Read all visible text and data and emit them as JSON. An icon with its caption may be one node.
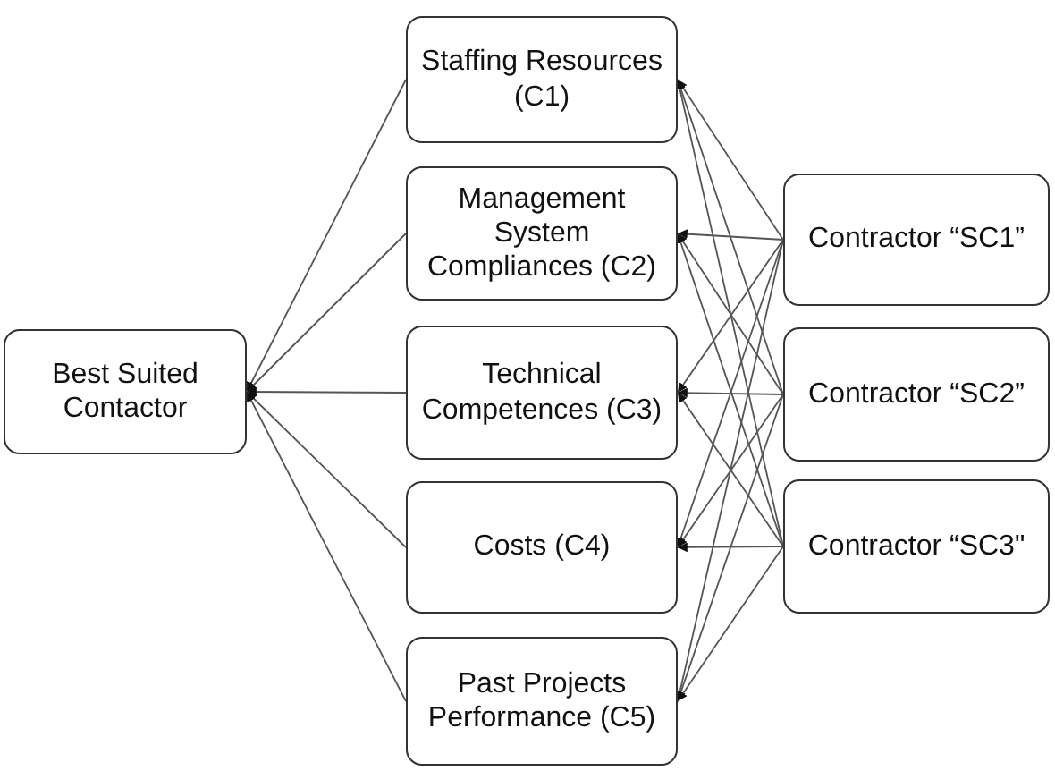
{
  "diagram": {
    "nodes": [
      {
        "text": [
          "Best Suited Contactor"
        ]
      },
      {
        "text": [
          "Staffing Resources (C1)"
        ]
      },
      {
        "text": [
          "Management System Compliances (C2)"
        ]
      },
      {
        "text": [
          "Technical Competences (C3)"
        ]
      },
      {
        "text": [
          "Costs (C4)"
        ]
      },
      {
        "text": [
          "Past Projects Performance (C5)"
        ]
      },
      {
        "text": [
          "Contractor “SC1”"
        ]
      },
      {
        "text": [
          "Contractor “SC2”"
        ]
      },
      {
        "text": [
          "Contractor “SC3\""
        ]
      }
    ],
    "edges": [
      {
        "from": 1,
        "to": 0,
        "arrow": "to"
      },
      {
        "from": 2,
        "to": 0,
        "arrow": "to"
      },
      {
        "from": 3,
        "to": 0,
        "arrow": "to"
      },
      {
        "from": 4,
        "to": 0,
        "arrow": "to"
      },
      {
        "from": 5,
        "to": 0,
        "arrow": "to"
      },
      {
        "from": 6,
        "to": 1,
        "arrow": "to"
      },
      {
        "from": 6,
        "to": 2,
        "arrow": "to"
      },
      {
        "from": 6,
        "to": 3,
        "arrow": "to"
      },
      {
        "from": 6,
        "to": 4,
        "arrow": "to"
      },
      {
        "from": 6,
        "to": 5,
        "arrow": "to"
      },
      {
        "from": 7,
        "to": 1,
        "arrow": "to"
      },
      {
        "from": 7,
        "to": 2,
        "arrow": "to"
      },
      {
        "from": 7,
        "to": 3,
        "arrow": "to"
      },
      {
        "from": 7,
        "to": 4,
        "arrow": "to"
      },
      {
        "from": 7,
        "to": 5,
        "arrow": "to"
      },
      {
        "from": 8,
        "to": 1,
        "arrow": "to"
      },
      {
        "from": 8,
        "to": 2,
        "arrow": "to"
      },
      {
        "from": 8,
        "to": 3,
        "arrow": "to"
      },
      {
        "from": 8,
        "to": 4,
        "arrow": "to"
      },
      {
        "from": 8,
        "to": 5,
        "arrow": "to"
      }
    ]
  }
}
